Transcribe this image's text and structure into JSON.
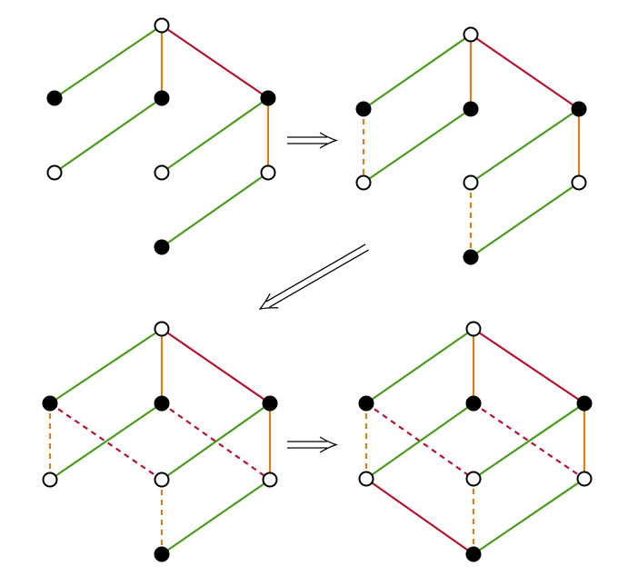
{
  "colors": {
    "green": "#4a9a1e",
    "orange": "#d4801e",
    "red": "#b3122e",
    "filled_node": "#000000",
    "open_node": "#ffffff"
  },
  "arrows": [
    {
      "name": "arrow-step-1",
      "direction": "right"
    },
    {
      "name": "arrow-step-2",
      "direction": "down-left"
    },
    {
      "name": "arrow-step-3",
      "direction": "right"
    }
  ],
  "panels": [
    {
      "name": "panel-top-left",
      "nodes": [
        {
          "id": "t",
          "filled": false
        },
        {
          "id": "ul",
          "filled": true
        },
        {
          "id": "um",
          "filled": true
        },
        {
          "id": "ur",
          "filled": true
        },
        {
          "id": "ll",
          "filled": false
        },
        {
          "id": "lm",
          "filled": false
        },
        {
          "id": "lr",
          "filled": false
        },
        {
          "id": "b",
          "filled": true
        }
      ],
      "edges": [
        {
          "from": "t",
          "to": "ul",
          "color": "green",
          "style": "solid"
        },
        {
          "from": "t",
          "to": "um",
          "color": "orange",
          "style": "solid"
        },
        {
          "from": "t",
          "to": "ur",
          "color": "red",
          "style": "solid"
        },
        {
          "from": "um",
          "to": "ll",
          "color": "green",
          "style": "solid"
        },
        {
          "from": "ur",
          "to": "lm",
          "color": "green",
          "style": "solid"
        },
        {
          "from": "ur",
          "to": "lr",
          "color": "orange",
          "style": "solid"
        },
        {
          "from": "lr",
          "to": "b",
          "color": "green",
          "style": "solid"
        }
      ]
    },
    {
      "name": "panel-top-right",
      "nodes": [
        {
          "id": "t",
          "filled": false
        },
        {
          "id": "ul",
          "filled": true
        },
        {
          "id": "um",
          "filled": true
        },
        {
          "id": "ur",
          "filled": true
        },
        {
          "id": "ll",
          "filled": false
        },
        {
          "id": "lm",
          "filled": false
        },
        {
          "id": "lr",
          "filled": false
        },
        {
          "id": "b",
          "filled": true
        }
      ],
      "edges": [
        {
          "from": "t",
          "to": "ul",
          "color": "green",
          "style": "solid"
        },
        {
          "from": "t",
          "to": "um",
          "color": "orange",
          "style": "solid"
        },
        {
          "from": "t",
          "to": "ur",
          "color": "red",
          "style": "solid"
        },
        {
          "from": "ul",
          "to": "ll",
          "color": "orange",
          "style": "dashed"
        },
        {
          "from": "um",
          "to": "ll",
          "color": "green",
          "style": "solid"
        },
        {
          "from": "ur",
          "to": "lm",
          "color": "green",
          "style": "solid"
        },
        {
          "from": "ur",
          "to": "lr",
          "color": "orange",
          "style": "solid"
        },
        {
          "from": "lm",
          "to": "b",
          "color": "orange",
          "style": "dashed"
        },
        {
          "from": "lr",
          "to": "b",
          "color": "green",
          "style": "solid"
        }
      ]
    },
    {
      "name": "panel-bottom-left",
      "nodes": [
        {
          "id": "t",
          "filled": false
        },
        {
          "id": "ul",
          "filled": true
        },
        {
          "id": "um",
          "filled": true
        },
        {
          "id": "ur",
          "filled": true
        },
        {
          "id": "ll",
          "filled": false
        },
        {
          "id": "lm",
          "filled": false
        },
        {
          "id": "lr",
          "filled": false
        },
        {
          "id": "b",
          "filled": true
        }
      ],
      "edges": [
        {
          "from": "t",
          "to": "ul",
          "color": "green",
          "style": "solid"
        },
        {
          "from": "t",
          "to": "um",
          "color": "orange",
          "style": "solid"
        },
        {
          "from": "t",
          "to": "ur",
          "color": "red",
          "style": "solid"
        },
        {
          "from": "ul",
          "to": "ll",
          "color": "orange",
          "style": "dashed"
        },
        {
          "from": "ul",
          "to": "lm",
          "color": "red",
          "style": "dashed"
        },
        {
          "from": "um",
          "to": "ll",
          "color": "green",
          "style": "solid"
        },
        {
          "from": "um",
          "to": "lr",
          "color": "red",
          "style": "dashed"
        },
        {
          "from": "ur",
          "to": "lm",
          "color": "green",
          "style": "solid"
        },
        {
          "from": "ur",
          "to": "lr",
          "color": "orange",
          "style": "solid"
        },
        {
          "from": "lm",
          "to": "b",
          "color": "orange",
          "style": "dashed"
        },
        {
          "from": "lr",
          "to": "b",
          "color": "green",
          "style": "solid"
        }
      ]
    },
    {
      "name": "panel-bottom-right",
      "nodes": [
        {
          "id": "t",
          "filled": false
        },
        {
          "id": "ul",
          "filled": true
        },
        {
          "id": "um",
          "filled": true
        },
        {
          "id": "ur",
          "filled": true
        },
        {
          "id": "ll",
          "filled": false
        },
        {
          "id": "lm",
          "filled": false
        },
        {
          "id": "lr",
          "filled": false
        },
        {
          "id": "b",
          "filled": true
        }
      ],
      "edges": [
        {
          "from": "t",
          "to": "ul",
          "color": "green",
          "style": "solid"
        },
        {
          "from": "t",
          "to": "um",
          "color": "orange",
          "style": "solid"
        },
        {
          "from": "t",
          "to": "ur",
          "color": "red",
          "style": "solid"
        },
        {
          "from": "ul",
          "to": "ll",
          "color": "orange",
          "style": "dashed"
        },
        {
          "from": "ul",
          "to": "lm",
          "color": "red",
          "style": "dashed"
        },
        {
          "from": "um",
          "to": "ll",
          "color": "green",
          "style": "solid"
        },
        {
          "from": "um",
          "to": "lr",
          "color": "red",
          "style": "dashed"
        },
        {
          "from": "ur",
          "to": "lm",
          "color": "green",
          "style": "solid"
        },
        {
          "from": "ur",
          "to": "lr",
          "color": "orange",
          "style": "solid"
        },
        {
          "from": "ll",
          "to": "b",
          "color": "red",
          "style": "solid"
        },
        {
          "from": "lm",
          "to": "b",
          "color": "orange",
          "style": "dashed"
        },
        {
          "from": "lr",
          "to": "b",
          "color": "green",
          "style": "solid"
        }
      ]
    }
  ]
}
